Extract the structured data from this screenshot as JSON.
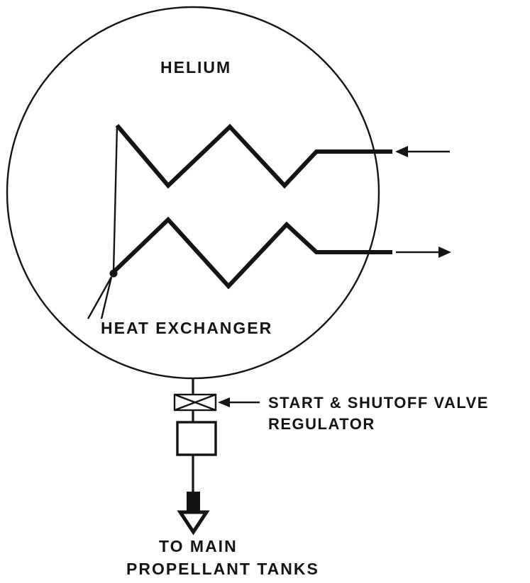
{
  "colors": {
    "ink": "#141414",
    "background": "#ffffff"
  },
  "labels": {
    "helium": "HELIUM",
    "heat_exchanger": "HEAT EXCHANGER",
    "start_shutoff_valve": "START & SHUTOFF VALVE",
    "regulator": "REGULATOR",
    "to_main": "TO MAIN",
    "propellant_tanks": "PROPELLANT TANKS"
  }
}
